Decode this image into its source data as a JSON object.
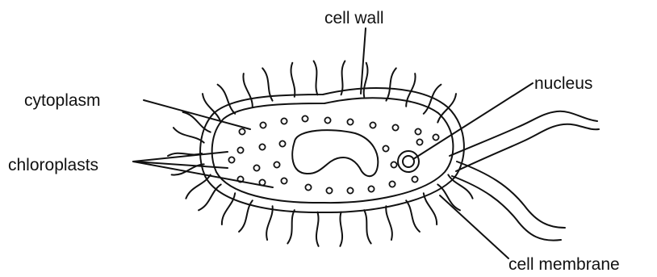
{
  "diagram": {
    "labels": {
      "cell_wall": "cell wall",
      "cytoplasm": "cytoplasm",
      "nucleus": "nucleus",
      "chloroplasts": "chloroplasts",
      "cell_membrane": "cell membrane"
    },
    "colors": {
      "stroke": "#111111",
      "background": "#ffffff"
    }
  }
}
